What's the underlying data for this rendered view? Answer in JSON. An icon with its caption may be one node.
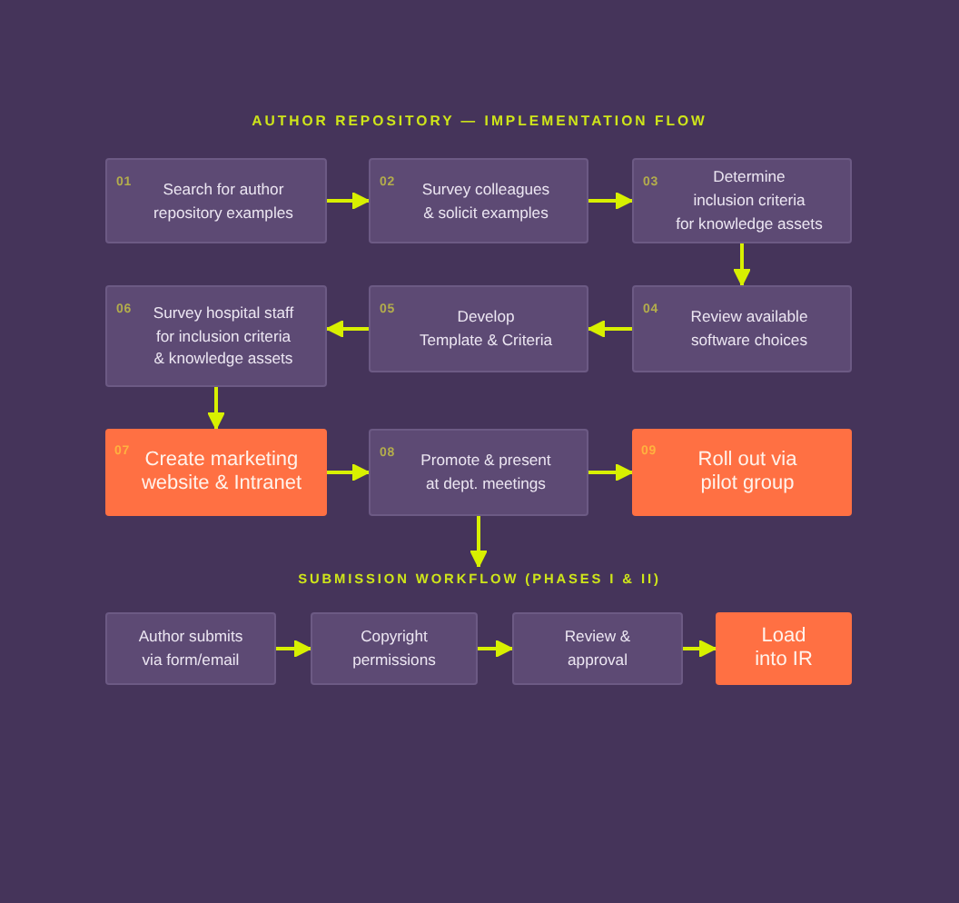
{
  "diagram": {
    "title": "AUTHOR REPOSITORY — IMPLEMENTATION FLOW",
    "nodes": [
      {
        "text": [
          "01",
          "Search for author repository examples"
        ]
      },
      {
        "text": [
          "02",
          "Survey colleagues & solicit examples"
        ]
      },
      {
        "text": [
          "03",
          "Determine inclusion criteria for knowledge assets"
        ]
      },
      {
        "text": [
          "04",
          "Review available software choices"
        ]
      },
      {
        "text": [
          "05",
          "Develop Template & Criteria"
        ]
      },
      {
        "text": [
          "06",
          "Survey hospital staff for inclusion criteria & knowledge assets"
        ]
      },
      {
        "text": [
          "07",
          "Create marketing website & Intranet"
        ]
      },
      {
        "text": [
          "08",
          "Promote & present at dept. meetings"
        ]
      },
      {
        "text": [
          "09",
          "Roll out via pilot group"
        ]
      },
      {
        "text": [
          "SUBMISSION WORKFLOW (PHASES I & II)"
        ]
      },
      {
        "text": [
          "Author submits via form/email"
        ]
      },
      {
        "text": [
          "Copyright permissions"
        ]
      },
      {
        "text": [
          "Review & approval"
        ]
      },
      {
        "text": [
          "Load into IR"
        ]
      }
    ],
    "edges": [
      {
        "from": 0,
        "to": 1,
        "arrow": "to"
      },
      {
        "from": 1,
        "to": 2,
        "arrow": "to"
      },
      {
        "from": 2,
        "to": 3,
        "arrow": "to"
      },
      {
        "from": 3,
        "to": 4,
        "arrow": "to"
      },
      {
        "from": 4,
        "to": 5,
        "arrow": "to"
      },
      {
        "from": 5,
        "to": 6,
        "arrow": "to"
      },
      {
        "from": 6,
        "to": 7,
        "arrow": "to"
      },
      {
        "from": 7,
        "to": 8,
        "arrow": "to"
      },
      {
        "from": 7,
        "to": 9,
        "arrow": "to"
      },
      {
        "from": 10,
        "to": 11,
        "arrow": "to"
      },
      {
        "from": 11,
        "to": 12,
        "arrow": "to"
      },
      {
        "from": 12,
        "to": 13,
        "arrow": "to"
      }
    ]
  }
}
